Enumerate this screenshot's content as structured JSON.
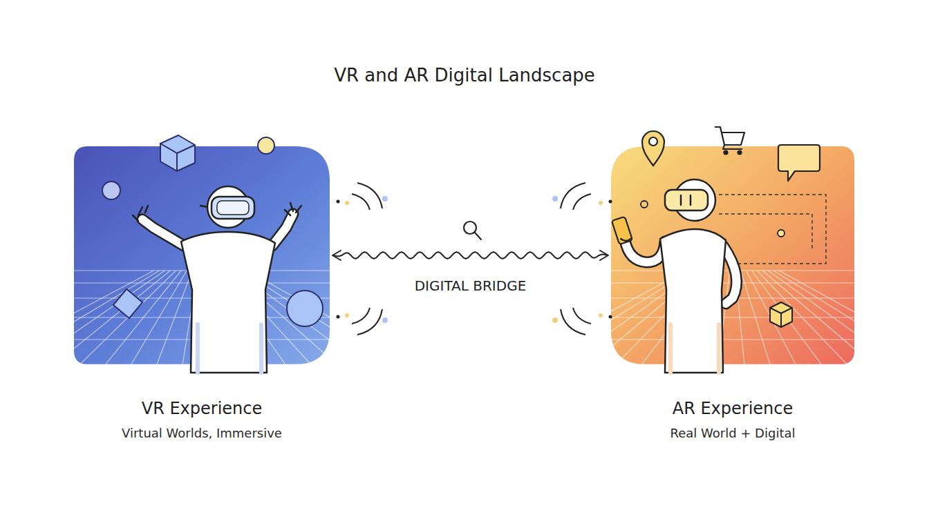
{
  "diagram": {
    "title": "VR and AR Digital Landscape",
    "nodes": [
      {
        "text": [
          "VR Experience",
          "Virtual Worlds, Immersive"
        ]
      },
      {
        "text": [
          "AR Experience",
          "Real World + Digital"
        ]
      }
    ],
    "edges": [
      {
        "from": 0,
        "to": 1,
        "label": "DIGITAL BRIDGE",
        "arrow": "both"
      }
    ]
  }
}
